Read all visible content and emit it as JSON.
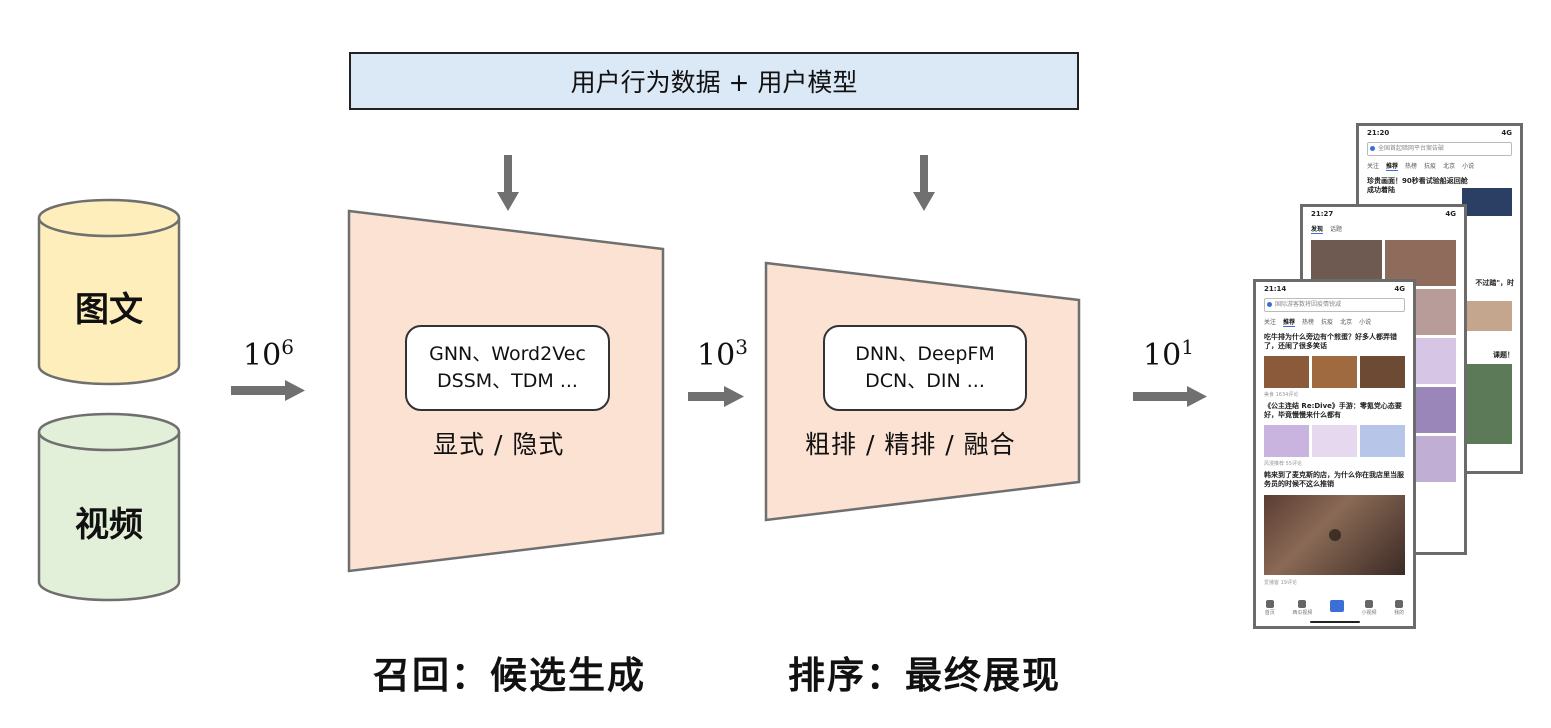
{
  "top_bar": {
    "label": "用户行为数据 + 用户模型"
  },
  "sources": [
    {
      "label": "图文",
      "fill": "#fdeebc"
    },
    {
      "label": "视频",
      "fill": "#e2efd9"
    }
  ],
  "magnitudes": [
    {
      "base": "10",
      "exp": "6"
    },
    {
      "base": "10",
      "exp": "3"
    },
    {
      "base": "10",
      "exp": "1"
    }
  ],
  "recall": {
    "algo_line1": "GNN、Word2Vec",
    "algo_line2": "DSSM、TDM ...",
    "stages": "显式 / 隐式",
    "caption": "召回：候选生成"
  },
  "ranking": {
    "algo_line1": "DNN、DeepFM",
    "algo_line2": "DCN、DIN ...",
    "stages": "粗排 / 精排 / 融合",
    "caption": "排序：最终展现"
  },
  "colors": {
    "funnel": "#fbe2d3",
    "arrow": "#707070",
    "top_bar": "#dbe8f5"
  },
  "phones": {
    "back": {
      "time": "21:20",
      "signal": "4G",
      "search": "全国首起暗网平台案告破",
      "tabs": [
        "关注",
        "推荐",
        "热榜",
        "抗疫",
        "北京",
        "小说"
      ],
      "headline": "珍贵画面！90秒看试验船返回舱成功着陆",
      "snippet1": "不过踏\"，时",
      "snippet2": "课题！"
    },
    "mid": {
      "time": "21:27",
      "signal": "4G",
      "tabs": [
        "发现",
        "话题"
      ]
    },
    "front": {
      "time": "21:14",
      "signal": "4G",
      "search": "国际游客数将因疫情锐减",
      "tabs": [
        "关注",
        "推荐",
        "热榜",
        "抗疫",
        "北京",
        "小说"
      ],
      "headline1": "吃牛排为什么旁边有个煎蛋？好多人都弄错了，还闹了很多笑话",
      "meta1": "美食 1634评论",
      "headline2": "《公主连结 Re:Dive》手游：零氪党心态要好，毕竟慢慢来什么都有",
      "meta2": "风漫推荐 55评论",
      "headline3": "韩来到了麦克斯的店，为什么你在我店里当服务员的时候不这么推销",
      "meta3": "爱播客 19评论",
      "nav": [
        "首页",
        "西瓜视频",
        "",
        "小视频",
        "我的"
      ]
    }
  }
}
